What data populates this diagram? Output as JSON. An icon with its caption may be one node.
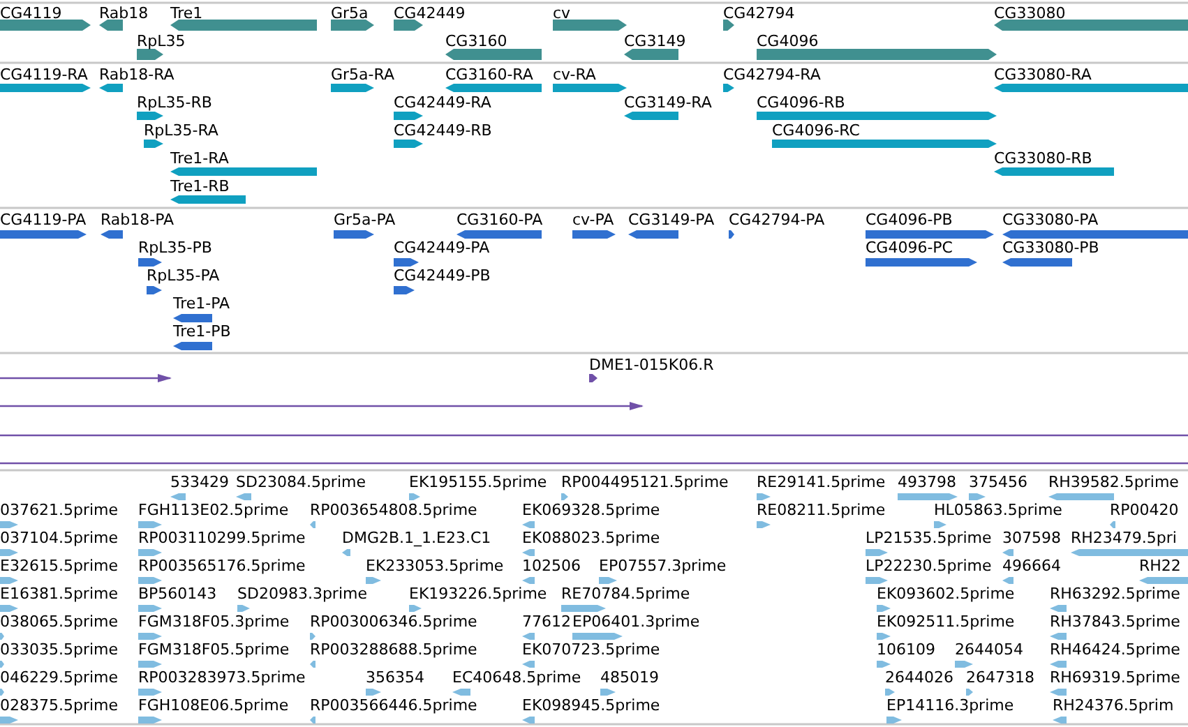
{
  "diagram": {
    "labels": [
      "CG4119",
      "Rab18",
      "Tre1",
      "Gr5a",
      "CG42449",
      "cv",
      "CG42794",
      "CG33080",
      "RpL35",
      "CG3160",
      "CG3149",
      "CG4096",
      "CG4119-RA",
      "Rab18-RA",
      "Gr5a-RA",
      "CG3160-RA",
      "cv-RA",
      "CG42794-RA",
      "CG33080-RA",
      "RpL35-RB",
      "CG42449-RA",
      "CG3149-RA",
      "CG4096-RB",
      "RpL35-RA",
      "CG42449-RB",
      "CG4096-RC",
      "Tre1-RA",
      "CG33080-RB",
      "Tre1-RB",
      "CG4119-PA",
      "Rab18-PA",
      "Gr5a-PA",
      "CG3160-PA",
      "cv-PA",
      "CG3149-PA",
      "CG42794-PA",
      "CG4096-PB",
      "CG33080-PA",
      "RpL35-PB",
      "CG42449-PA",
      "CG4096-PC",
      "CG33080-PB",
      "RpL35-PA",
      "CG42449-PB",
      "Tre1-PA",
      "Tre1-PB",
      "DME1-015K06.R",
      "533429",
      "SD23084.5prime",
      "EK195155.5prime",
      "RP004495121.5prime",
      "RE29141.5prime",
      "493798",
      "375456",
      "RH39582.5prime",
      "037621.5prime",
      "FGH113E02.5prime",
      "RP003654808.5prime",
      "EK069328.5prime",
      "RE08211.5prime",
      "HL05863.5prime",
      "RP00420",
      "037104.5prime",
      "RP003110299.5prime",
      "DMG2B.1_1.E23.C1",
      "EK088023.5prime",
      "LP21535.5prime",
      "307598",
      "RH23479.5pri",
      "E32615.5prime",
      "RP003565176.5prime",
      "EK233053.5prime",
      "102506",
      "EP07557.3prime",
      "LP22230.5prime",
      "496664",
      "RH22",
      "E16381.5prime",
      "BP560143",
      "SD20983.3prime",
      "EK193226.5prime",
      "RE70784.5prime",
      "EK093602.5prime",
      "RH63292.5prime",
      "038065.5prime",
      "FGM318F05.3prime",
      "RP003006346.5prime",
      "77612",
      "EP06401.3prime",
      "EK092511.5prime",
      "RH37843.5prime",
      "033035.5prime",
      "FGM318F05.5prime",
      "RP003288688.5prime",
      "EK070723.5prime",
      "106109",
      "2644054",
      "RH46424.5prime",
      "046229.5prime",
      "RP003283973.5prime",
      "356354",
      "EC40648.5prime",
      "485019",
      "2644026",
      "2647318",
      "RH69319.5prime",
      "028375.5prime",
      "FGH108E06.5prime",
      "RP003566446.5prime",
      "EK098945.5prime",
      "EP14116.3prime",
      "RH24376.5prim"
    ]
  }
}
